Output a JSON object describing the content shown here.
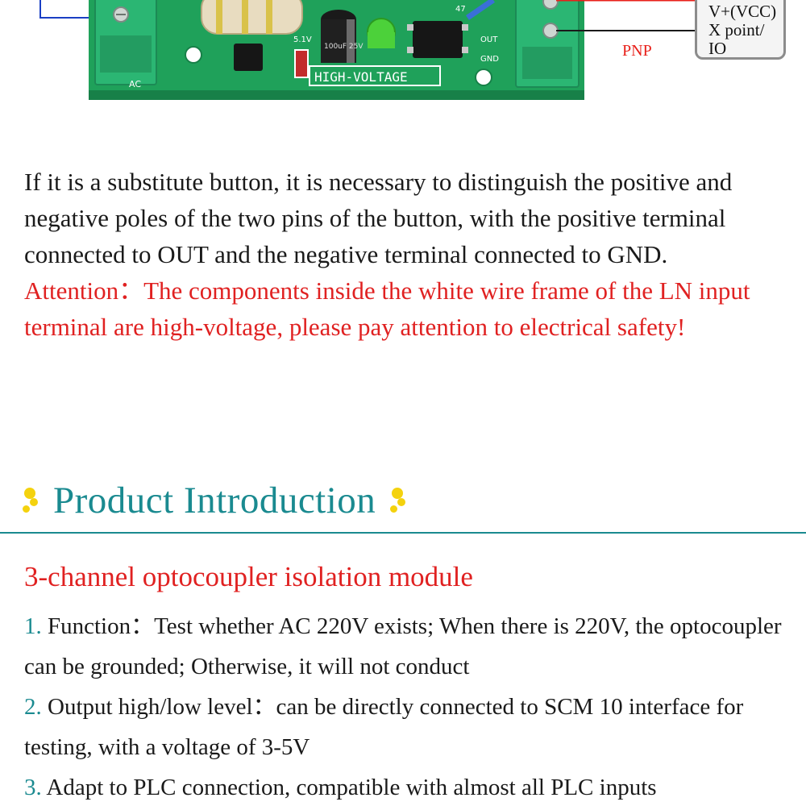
{
  "photo": {
    "pcb_label": "HIGH-VOLTAGE",
    "terminal_labels": [
      "AC",
      "OUT",
      "GND"
    ],
    "resistor_label": "47",
    "zener_label": "5.1V",
    "cap_label": "100uF 25V",
    "callout_lines": [
      "V+(VCC)",
      "X point/",
      "IO"
    ],
    "pnp_label": "PNP",
    "colors": {
      "pcb": "#1fa15a",
      "terminal": "#2bb673",
      "wire_red": "#e8201a",
      "wire_blue": "#1a3fc4",
      "led": "#4cd13a"
    }
  },
  "description": {
    "paragraph": "If it is a substitute button, it is necessary to distinguish the positive and negative poles of the two pins of the button, with the positive terminal connected to OUT and the negative terminal connected to GND.",
    "attention": "Attention：The components inside the white wire frame of the LN input terminal are high-voltage, please pay attention to electrical safety!"
  },
  "intro": {
    "title": "Product Introduction",
    "subtitle": "3-channel optocoupler isolation module",
    "features": [
      {
        "num": "1.",
        "text": " Function：Test whether AC 220V exists; When there is 220V, the optocoupler can be grounded; Otherwise, it will not conduct"
      },
      {
        "num": "2.",
        "text": " Output high/low level：can be directly connected to SCM 10 interface for testing, with a voltage of 3-5V"
      },
      {
        "num": "3.",
        "text": " Adapt to PLC connection, compatible with almost all PLC inputs"
      }
    ],
    "colors": {
      "accent": "#1a8a90",
      "warning": "#e02121",
      "deco": "#f4d20e"
    }
  }
}
